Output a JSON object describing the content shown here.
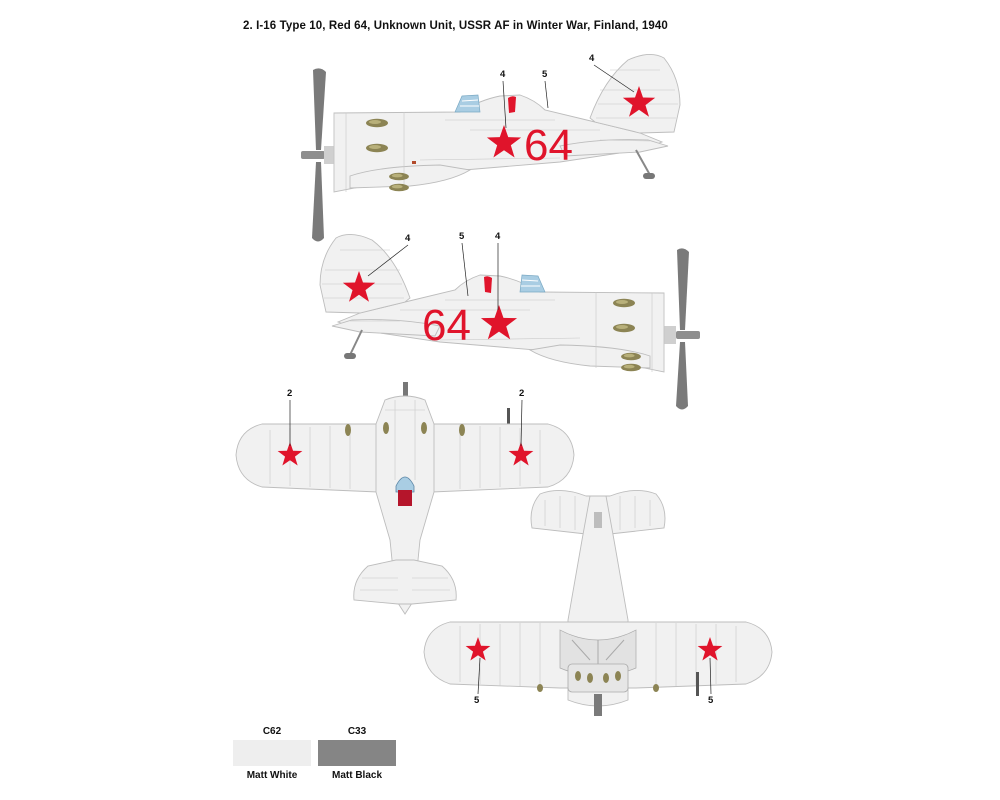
{
  "caption": "2. I-16 Type 10, Red 64, Unknown Unit, USSR AF in Winter War, Finland, 1940",
  "markings": {
    "fuselage_number": "64"
  },
  "callouts": {
    "left_side": [
      "4",
      "5",
      "4"
    ],
    "right_side": [
      "4",
      "5",
      "4"
    ],
    "top_view": [
      "2",
      "2"
    ],
    "bottom_view": [
      "5",
      "5"
    ]
  },
  "colors": {
    "airframe": "#f1f1f1",
    "star_red": "#e0142b",
    "canopy_blue": "#a9cde3",
    "gun_olive": "#8c8454",
    "propeller": "#7a7a7a"
  },
  "legend": [
    {
      "code": "C62",
      "name": "Matt White",
      "color": "#eeeeee"
    },
    {
      "code": "C33",
      "name": "Matt Black",
      "color": "#858585"
    }
  ]
}
